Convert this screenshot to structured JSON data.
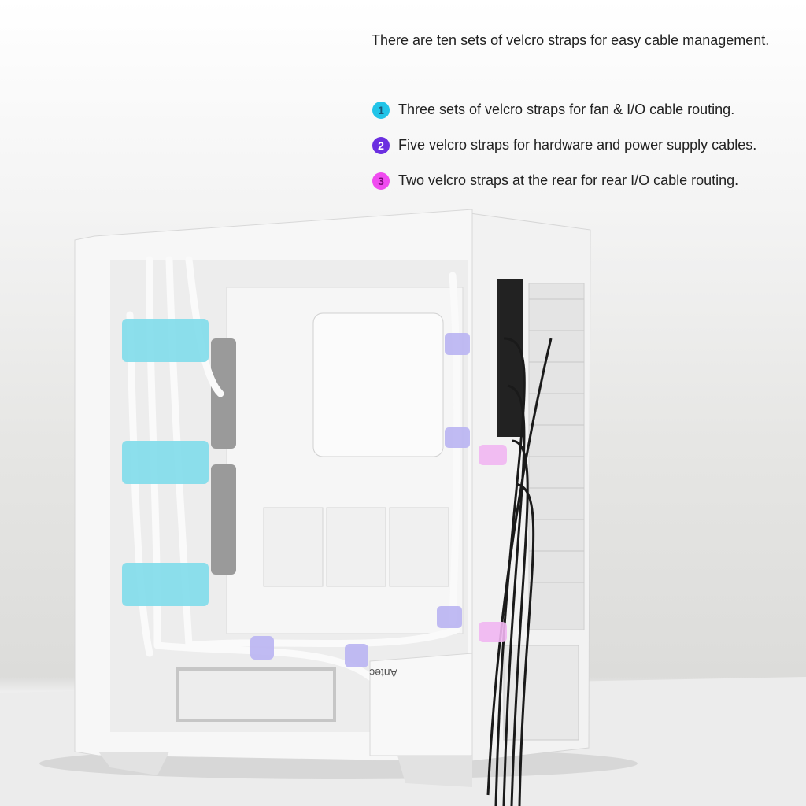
{
  "headline": "There are ten sets of velcro straps for easy cable management.",
  "features": [
    {
      "number": "1",
      "text": "Three sets of velcro straps for fan & I/O cable routing.",
      "color": "#22c4e8",
      "text_color": "#1a5a7a"
    },
    {
      "number": "2",
      "text": "Five velcro straps for hardware and power supply cables.",
      "color": "#6b2fe0",
      "text_color": "#ffffff"
    },
    {
      "number": "3",
      "text": "Two velcro straps at the rear for rear I/O cable routing.",
      "color": "#f04bf0",
      "text_color": "#7a0a7a"
    }
  ],
  "brand_logo": "Antec",
  "colors": {
    "strap_cyan": "#7fdcea",
    "strap_purple": "#b9b4f2",
    "strap_magenta": "#f1b6f2"
  }
}
